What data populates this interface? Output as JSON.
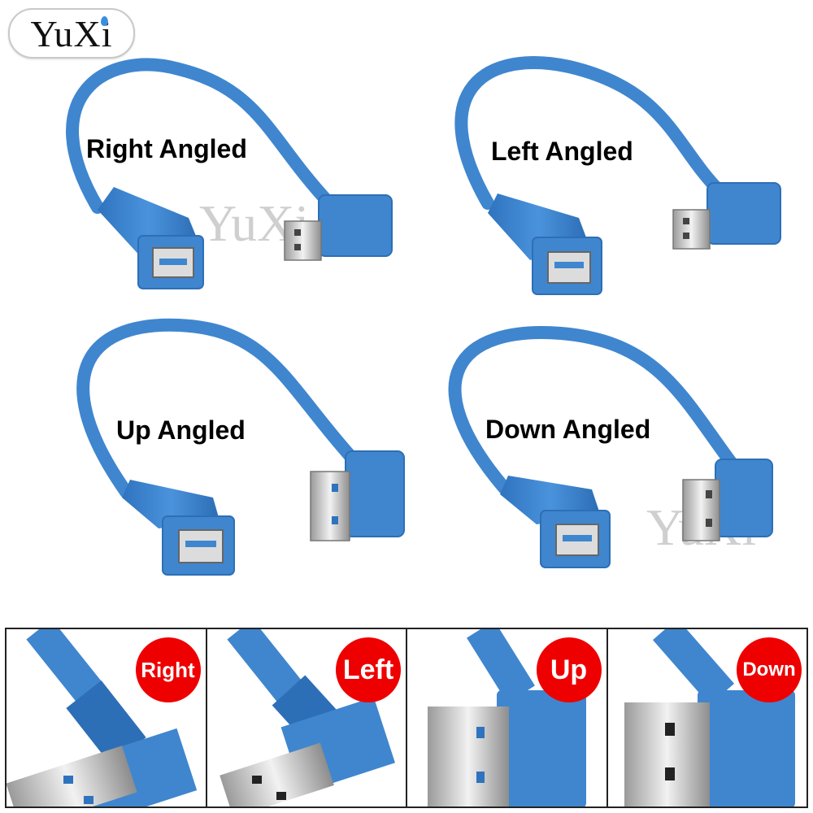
{
  "brand": {
    "logo_text": "YuXi",
    "watermark_text": "YuXi"
  },
  "products": [
    {
      "label": "Right Angled"
    },
    {
      "label": "Left Angled"
    },
    {
      "label": "Up Angled"
    },
    {
      "label": "Down Angled"
    }
  ],
  "detail_strip": [
    {
      "badge": "Right"
    },
    {
      "badge": "Left"
    },
    {
      "badge": "Up"
    },
    {
      "badge": "Down"
    }
  ],
  "colors": {
    "cable": "#3f86cf",
    "cable_dark": "#2d6fb6",
    "badge": "#e00000"
  }
}
